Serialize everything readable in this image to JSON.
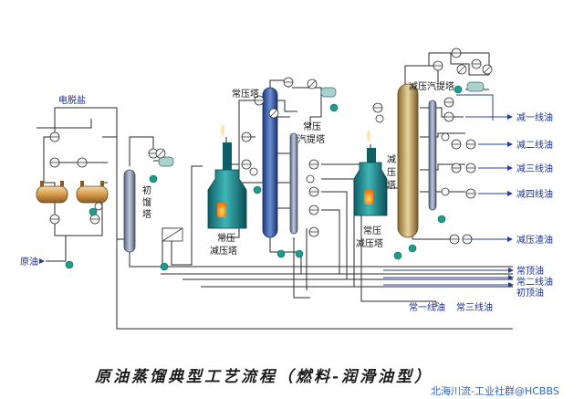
{
  "diagram": {
    "title": "原油蒸馏典型工艺流程（燃料-润滑油型）",
    "watermark": "北海川流-工业社群@HCBBS",
    "units": {
      "desalter": "电脱盐",
      "crude": "原油",
      "flash_tower": [
        "初",
        "馏",
        "塔"
      ],
      "atm_tower": "常压塔",
      "atm_stripper": [
        "常压",
        "汽提塔"
      ],
      "atm_furnace": [
        "常压",
        "减压塔"
      ],
      "vac_furnace": [
        "常压",
        "减压塔"
      ],
      "vac_tower": [
        "减",
        "压",
        "塔"
      ],
      "vac_stripper": "减压汽提塔"
    },
    "products_right": [
      "减一线油",
      "减二线油",
      "减三线油",
      "减四线油",
      "减压渣油"
    ],
    "products_bottom_right": [
      "常顶油",
      "常二线油",
      "初顶油"
    ],
    "products_bottom": [
      "常一线油",
      "常三线油"
    ]
  },
  "colors": {
    "pipe": "#2a2a2a",
    "pipe_blue": "#243fa0",
    "furnace": "#1e8a8a",
    "column": "#2a4f9a",
    "vac_column": "#c8b07a",
    "stripper": "#8a9ab8",
    "pump": "#1c9c8a",
    "flame": "#ff8c1a"
  }
}
